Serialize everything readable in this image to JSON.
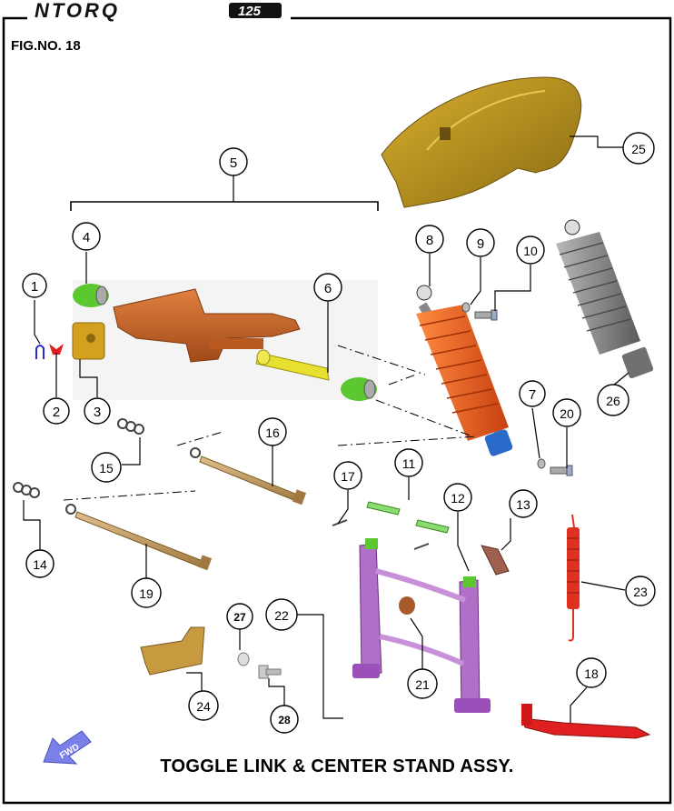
{
  "header": {
    "brand_logo": "NTORQ",
    "brand_suffix": "125",
    "figure_number": "FIG.NO. 18"
  },
  "title": "TOGGLE LINK & CENTER STAND ASSY.",
  "direction_arrow": "FWD",
  "colors": {
    "frame": "#000000",
    "swing_arm": "#c8662a",
    "rear_fender": "#b8901a",
    "shock_spring": "#f06020",
    "shock_grey": "#8a8a8a",
    "bushing": "#6cd43a",
    "block": "#d4a020",
    "shaft": "#e8e030",
    "center_stand": "#b070c8",
    "side_stand": "#e02020",
    "spring": "#e03020",
    "bracket": "#c89a40",
    "arrow": "#7a80e8"
  },
  "callouts": [
    {
      "number": "1"
    },
    {
      "number": "2"
    },
    {
      "number": "3"
    },
    {
      "number": "4"
    },
    {
      "number": "5"
    },
    {
      "number": "6"
    },
    {
      "number": "7"
    },
    {
      "number": "8"
    },
    {
      "number": "9"
    },
    {
      "number": "10"
    },
    {
      "number": "11"
    },
    {
      "number": "12"
    },
    {
      "number": "13"
    },
    {
      "number": "14"
    },
    {
      "number": "15"
    },
    {
      "number": "16"
    },
    {
      "number": "17"
    },
    {
      "number": "18"
    },
    {
      "number": "19"
    },
    {
      "number": "20"
    },
    {
      "number": "21"
    },
    {
      "number": "22"
    },
    {
      "number": "23"
    },
    {
      "number": "24"
    },
    {
      "number": "25"
    },
    {
      "number": "26"
    },
    {
      "number": "27"
    },
    {
      "number": "28"
    }
  ]
}
